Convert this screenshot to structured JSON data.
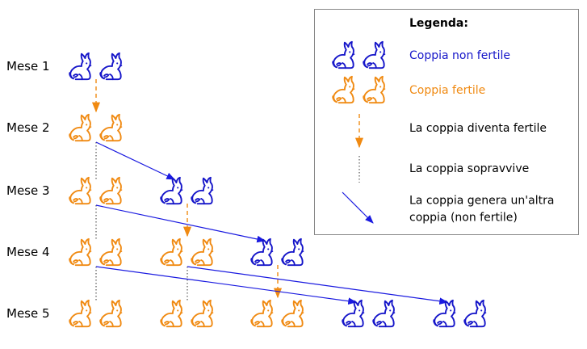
{
  "colors": {
    "non_fertile": "#1515c9",
    "fertile": "#f08a12",
    "arrow": "#1a1ae0",
    "survive_line": "#333333",
    "legend_border": "#888888"
  },
  "months": [
    {
      "label": "Mese 1",
      "pairs": [
        "non_fertile"
      ]
    },
    {
      "label": "Mese 2",
      "pairs": [
        "fertile"
      ]
    },
    {
      "label": "Mese 3",
      "pairs": [
        "fertile",
        "non_fertile"
      ]
    },
    {
      "label": "Mese 4",
      "pairs": [
        "fertile",
        "fertile",
        "non_fertile"
      ]
    },
    {
      "label": "Mese 5",
      "pairs": [
        "fertile",
        "fertile",
        "fertile",
        "non_fertile",
        "non_fertile"
      ]
    }
  ],
  "connections": {
    "becomes_fertile": [
      {
        "from_month": 0,
        "col": 0
      },
      {
        "from_month": 2,
        "col": 1
      },
      {
        "from_month": 3,
        "col": 2
      }
    ],
    "survives": [
      {
        "from_month": 1,
        "col": 0
      },
      {
        "from_month": 2,
        "col": 0
      },
      {
        "from_month": 3,
        "col": 0
      },
      {
        "from_month": 3,
        "col": 1
      }
    ],
    "generates": [
      {
        "from_month": 1,
        "from_col": 0,
        "to_col": 1
      },
      {
        "from_month": 2,
        "from_col": 0,
        "to_col": 2
      },
      {
        "from_month": 3,
        "from_col": 0,
        "to_col": 3
      },
      {
        "from_month": 3,
        "from_col": 1,
        "to_col": 4
      }
    ]
  },
  "legend": {
    "title": "Legenda:",
    "items": [
      {
        "icon": "rabbit-pair-icon",
        "kind": "non_fertile",
        "lines": [
          "Coppia non fertile"
        ]
      },
      {
        "icon": "rabbit-pair-icon",
        "kind": "fertile",
        "lines": [
          "Coppia fertile"
        ]
      },
      {
        "icon": "dashed-arrow-icon",
        "kind": "becomes_fertile",
        "lines": [
          "La coppia diventa fertile"
        ]
      },
      {
        "icon": "dotted-line-icon",
        "kind": "survives",
        "lines": [
          "La coppia sopravvive"
        ]
      },
      {
        "icon": "arrow-icon",
        "kind": "generates",
        "lines": [
          "La coppia genera un'altra",
          "coppia (non fertile)"
        ]
      }
    ]
  }
}
